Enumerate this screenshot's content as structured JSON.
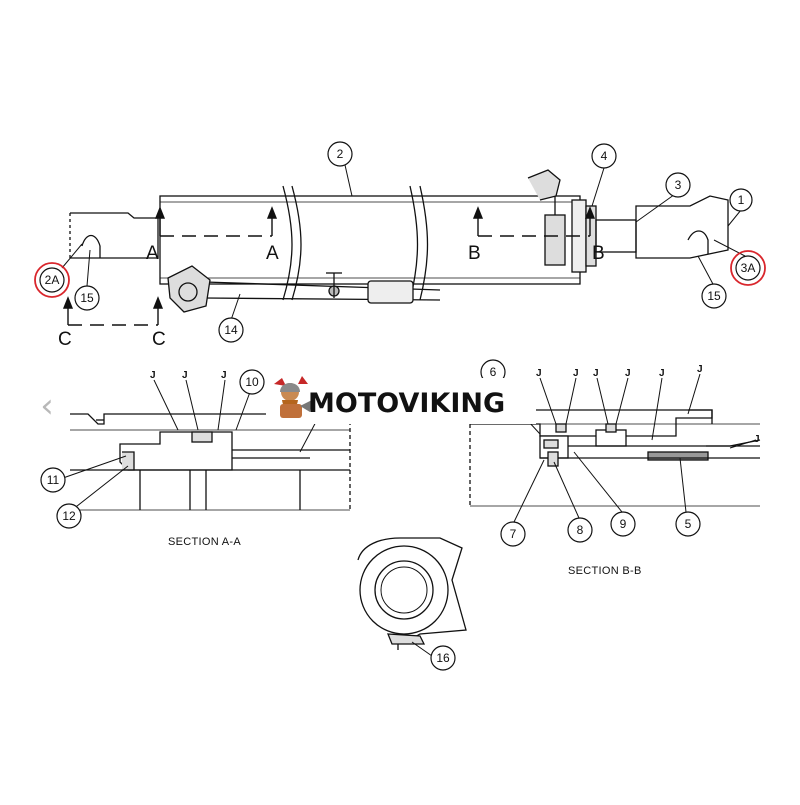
{
  "callouts": {
    "c1": "1",
    "c2": "2",
    "c3": "3",
    "c4": "4",
    "c5": "5",
    "c6": "6",
    "c7": "7",
    "c8": "8",
    "c9": "9",
    "c10": "10",
    "c11": "11",
    "c12": "12",
    "c14": "14",
    "c15": "15",
    "c16": "16",
    "c2A": "2A",
    "c3A": "3A"
  },
  "section_letters": {
    "a": "A",
    "b": "B",
    "c": "C"
  },
  "joint_label": "J",
  "section_titles": {
    "aa": "SECTION A-A",
    "bb": "SECTION B-B"
  },
  "logo": {
    "text": "MOTOVIKING"
  },
  "nav": {
    "prev_glyph": "‹"
  },
  "colors": {
    "highlight_ring": "#d9262c",
    "line": "#111111"
  }
}
